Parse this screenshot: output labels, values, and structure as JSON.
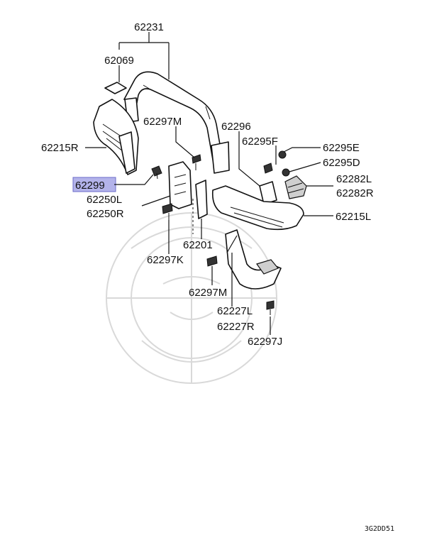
{
  "diagram": {
    "labels": {
      "p62231": "62231",
      "p62069": "62069",
      "p62297M_top": "62297M",
      "p62296": "62296",
      "p62215R": "62215R",
      "p62295F": "62295F",
      "p62295E": "62295E",
      "p62295D": "62295D",
      "p62299": "62299",
      "p62282L": "62282L",
      "p62282R": "62282R",
      "p62250L": "62250L",
      "p62250R": "62250R",
      "p62215L": "62215L",
      "p62201": "62201",
      "p62297K": "62297K",
      "p62297M_bottom": "62297M",
      "p62227L": "62227L",
      "p62227R": "62227R",
      "p62297J": "62297J"
    },
    "highlighted_part": "62299",
    "highlight_color": "#b3b3ea",
    "diagram_code": "3G2DD51"
  }
}
